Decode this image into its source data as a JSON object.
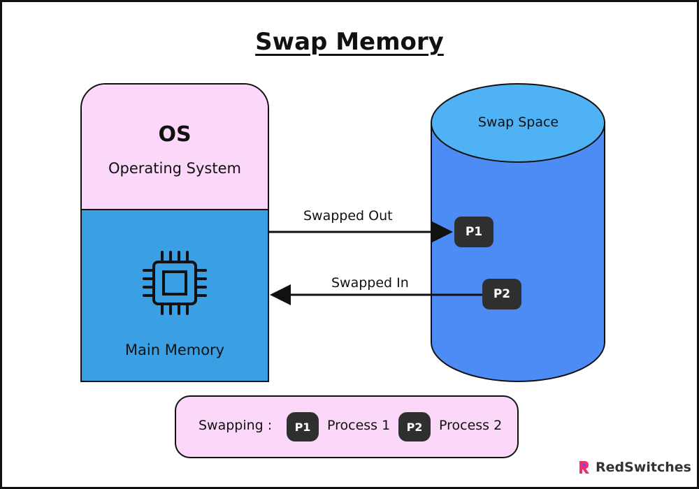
{
  "title": "Swap Memory",
  "memory": {
    "os_label": "OS",
    "os_subtitle": "Operating System",
    "main_label": "Main Memory",
    "chip_icon": "cpu-chip-icon"
  },
  "swap_space": {
    "label": "Swap Space"
  },
  "arrows": {
    "out_label": "Swapped Out",
    "in_label": "Swapped In"
  },
  "processes": {
    "p1": "P1",
    "p2": "P2"
  },
  "legend": {
    "prefix": "Swapping :",
    "items": [
      {
        "badge": "P1",
        "label": "Process 1"
      },
      {
        "badge": "P2",
        "label": "Process 2"
      }
    ]
  },
  "brand": {
    "name": "RedSwitches",
    "icon": "redswitches-logo-icon"
  },
  "colors": {
    "os_section": "#fbd8f9",
    "main_memory": "#3a9fe3",
    "cylinder_body": "#4d8cf5",
    "cylinder_top": "#4fb2f5",
    "badge": "#2f2f2f"
  }
}
